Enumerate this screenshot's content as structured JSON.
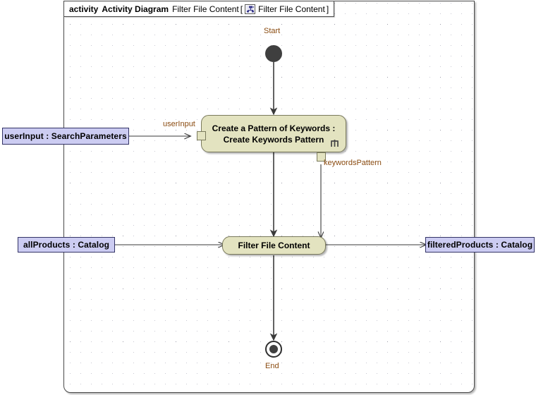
{
  "frame": {
    "keyword": "activity",
    "type_label": "Activity Diagram",
    "diagram_name": "Filter File Content",
    "bracket_open": "[",
    "tab_icon": "activity-diagram-icon",
    "tab_name": "Filter File Content",
    "bracket_close": "]"
  },
  "colors": {
    "action_fill": "#e3e3c0",
    "action_border": "#7a7a5c",
    "param_fill": "#ccccf2",
    "param_border": "#333366",
    "node_fill": "#3f3f3f",
    "label_text": "#8a4b10",
    "edge": "#3a3a3a",
    "frame_border": "#4a4a4a"
  },
  "nodes": {
    "initial": {
      "name": "initial-node",
      "label": "Start",
      "kind": "initial"
    },
    "final": {
      "name": "final-node",
      "label": "End",
      "kind": "activity-final"
    },
    "create_keywords": {
      "name": "action-create-keywords-pattern",
      "line1": "Create a Pattern of Keywords :",
      "line2": "Create Keywords Pattern",
      "icon": "rake-icon"
    },
    "filter_file_content": {
      "name": "action-filter-file-content",
      "label": "Filter File Content"
    }
  },
  "pins": {
    "user_input": {
      "name": "input-pin-userinput",
      "label": "userInput"
    },
    "keywords_pattern": {
      "name": "output-pin-keywordspattern",
      "label": "keywordsPattern"
    }
  },
  "parameters": [
    {
      "name": "activity-parameter-userinput",
      "label": "userInput : SearchParameters",
      "position": "left-top"
    },
    {
      "name": "activity-parameter-allproducts",
      "label": "allProducts : Catalog",
      "position": "left-middle"
    },
    {
      "name": "activity-parameter-filteredproducts",
      "label": "filteredProducts : Catalog",
      "position": "right-middle"
    }
  ]
}
